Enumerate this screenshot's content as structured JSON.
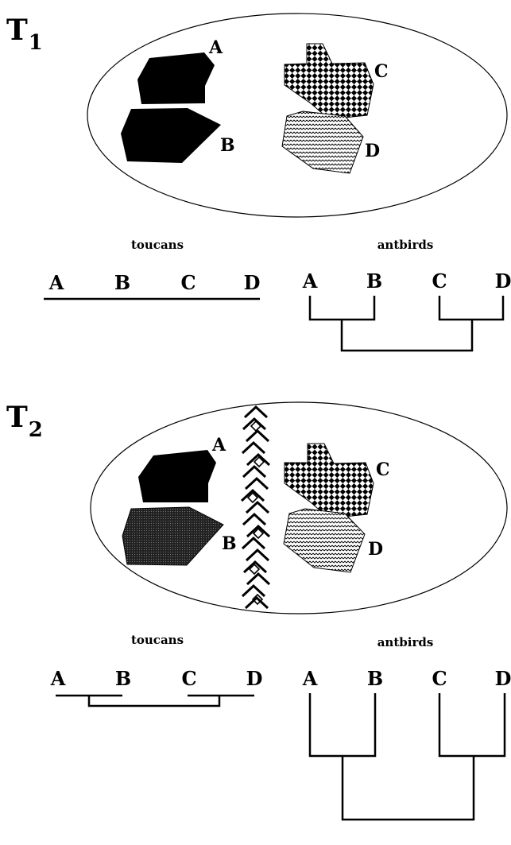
{
  "panels": [
    {
      "time_label": {
        "letter": "T",
        "sub": "1"
      },
      "regions": [
        "A",
        "B",
        "C",
        "D"
      ],
      "toucans": {
        "title": "toucans",
        "leaves": [
          "A",
          "B",
          "C",
          "D"
        ]
      },
      "antbirds": {
        "title": "antbirds",
        "leaves": [
          "A",
          "B",
          "C",
          "D"
        ]
      }
    },
    {
      "time_label": {
        "letter": "T",
        "sub": "2"
      },
      "regions": [
        "A",
        "B",
        "C",
        "D"
      ],
      "toucans": {
        "title": "toucans",
        "leaves": [
          "A",
          "B",
          "C",
          "D"
        ]
      },
      "antbirds": {
        "title": "antbirds",
        "leaves": [
          "A",
          "B",
          "C",
          "D"
        ]
      }
    }
  ],
  "colors": {
    "ink": "#000000",
    "background": "#ffffff"
  }
}
